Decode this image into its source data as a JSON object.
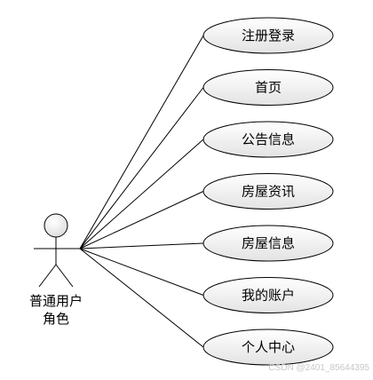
{
  "actor": {
    "label_line1": "普通用户",
    "label_line2": "角色"
  },
  "use_cases": [
    "注册登录",
    "首页",
    "公告信息",
    "房屋资讯",
    "房屋信息",
    "我的账户",
    "个人中心"
  ],
  "watermark": "CSDN @2401_85644395",
  "colors": {
    "line": "#000000",
    "ellipse_fill_top": "#ffffff",
    "ellipse_fill_bottom": "#e3e3e3",
    "actor_head_fill": "#e6e6e6"
  }
}
